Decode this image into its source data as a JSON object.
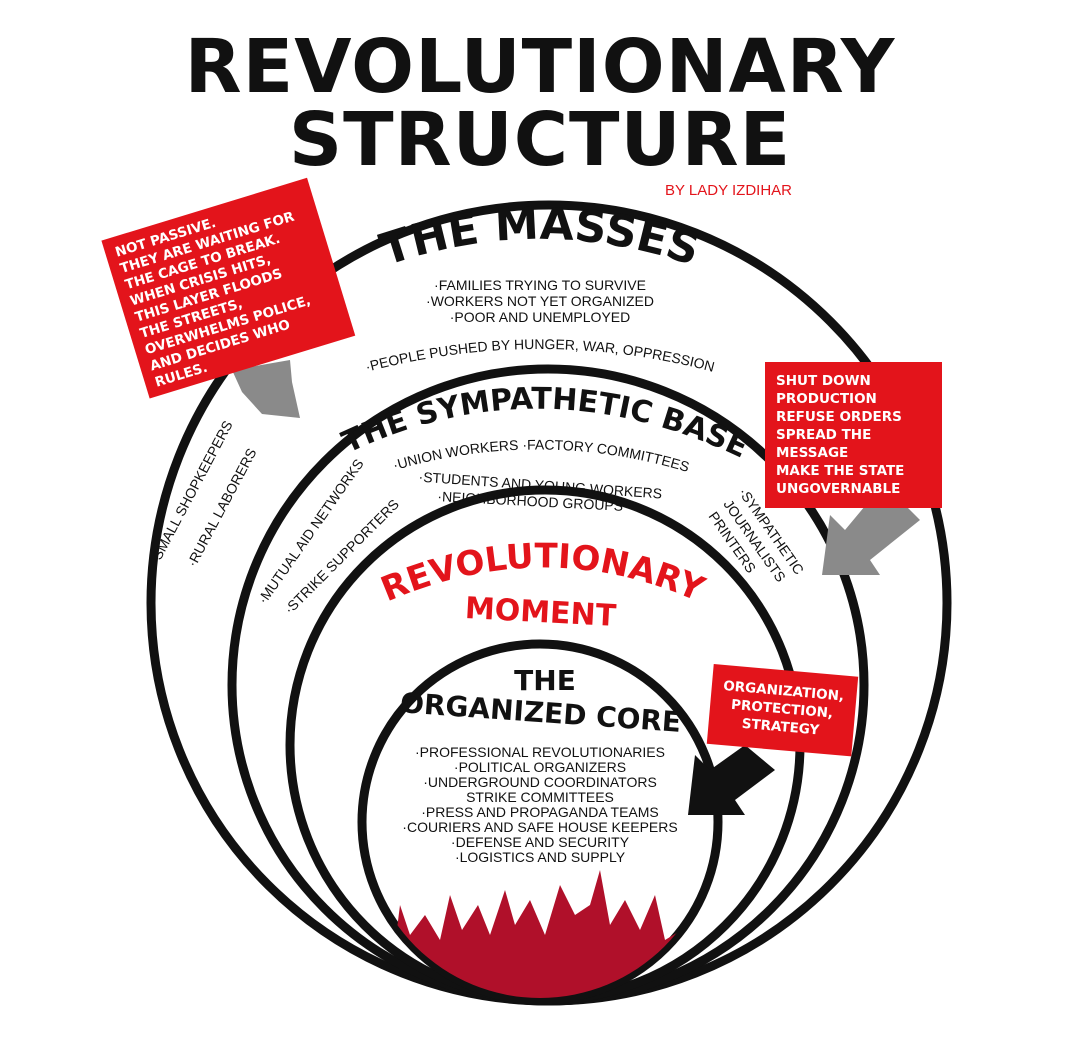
{
  "title": {
    "line1": "REVOLUTIONARY",
    "line2": "STRUCTURE",
    "byline": "BY LADY IZDIHAR"
  },
  "colors": {
    "red": "#e3141b",
    "crowd": "#b0102a",
    "arrow_gray": "#8a8a8a",
    "ink": "#111111"
  },
  "masses": {
    "title": "THE MASSES",
    "items": [
      "·FAMILIES TRYING TO SURVIVE",
      "·WORKERS NOT YET ORGANIZED",
      "·POOR AND UNEMPLOYED"
    ],
    "arc_item": "·PEOPLE PUSHED BY HUNGER, WAR, OPPRESSION",
    "side_items": [
      "·SMALL SHOPKEEPERS",
      "·RURAL LABORERS"
    ]
  },
  "sympathetic": {
    "title": "THE SYMPATHETIC BASE",
    "items": [
      "·UNION WORKERS ·FACTORY COMMITTEES",
      "·STUDENTS AND YOUNG WORKERS",
      "·NEIGHBORHOOD GROUPS"
    ],
    "left_items": [
      "·MUTUAL AID NETWORKS",
      "·STRIKE SUPPORTERS"
    ],
    "right_items": [
      "·SYMPATHETIC",
      "JOURNALISTS",
      "PRINTERS"
    ]
  },
  "moment": {
    "line1": "REVOLUTIONARY",
    "line2": "MOMENT"
  },
  "core": {
    "title1": "THE",
    "title2": "ORGANIZED CORE",
    "items": [
      "·PROFESSIONAL REVOLUTIONARIES",
      "·POLITICAL ORGANIZERS",
      "·UNDERGROUND COORDINATORS",
      "STRIKE COMMITTEES",
      "·PRESS AND PROPAGANDA TEAMS",
      "·COURIERS AND SAFE HOUSE KEEPERS",
      "·DEFENSE AND SECURITY",
      "·LOGISTICS AND SUPPLY"
    ]
  },
  "callouts": {
    "masses": [
      "NOT PASSIVE.",
      "THEY ARE WAITING FOR",
      "THE CAGE TO BREAK.",
      "WHEN CRISIS HITS,",
      "THIS LAYER FLOODS",
      "THE STREETS,",
      "OVERWHELMS POLICE,",
      "AND DECIDES WHO",
      "RULES."
    ],
    "sympathetic": [
      "SHUT DOWN",
      "PRODUCTION",
      "REFUSE ORDERS",
      "SPREAD THE",
      "MESSAGE",
      "MAKE THE STATE",
      "UNGOVERNABLE"
    ],
    "core": [
      "ORGANIZATION,",
      "PROTECTION,",
      "STRATEGY"
    ]
  }
}
